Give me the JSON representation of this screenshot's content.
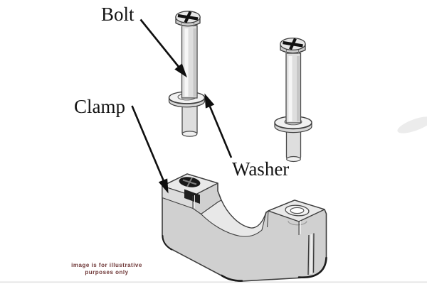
{
  "figure": {
    "type": "exploded-parts-diagram",
    "labels": {
      "bolt": "Bolt",
      "clamp": "Clamp",
      "washer": "Washer"
    },
    "disclaimer": {
      "line1": "image is for illustrative",
      "line2": "purposes only"
    },
    "colors": {
      "background": "#ffffff",
      "label_text": "#141414",
      "arrow": "#0f0f0f",
      "disclaimer_text": "#6d3535",
      "part_outline": "#3d3d3d",
      "part_body_fill": "#d0d0d0",
      "part_top_fill": "#e9e9e9",
      "saddle_fill": "#e8e8e8",
      "hole_fill": "#181818"
    }
  }
}
